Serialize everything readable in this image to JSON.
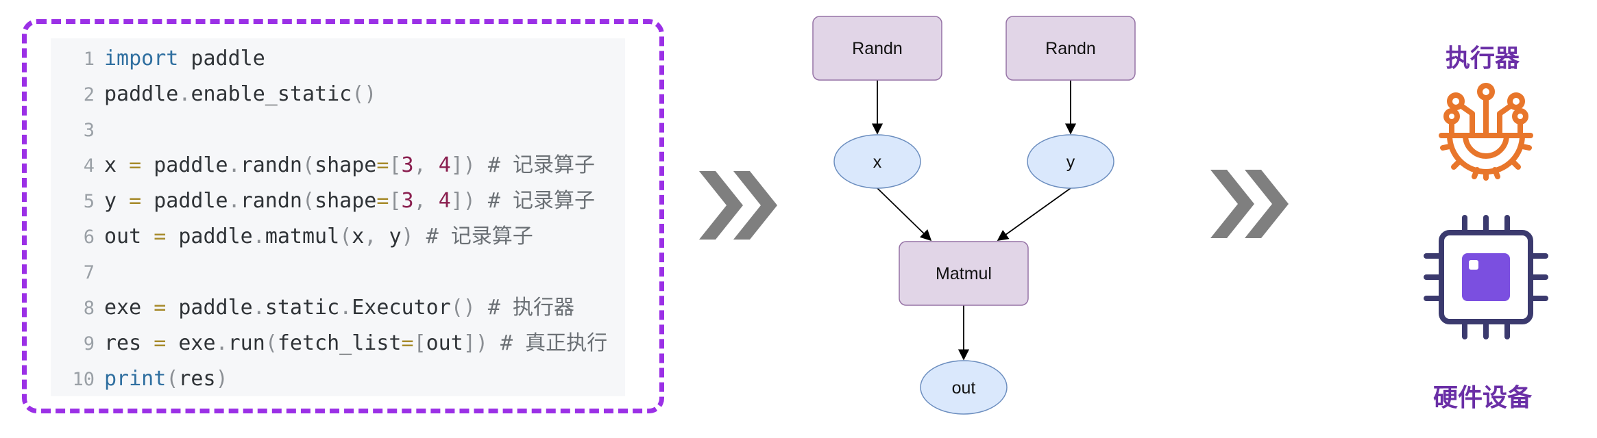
{
  "code": {
    "lines": [
      {
        "n": "1",
        "parts": [
          [
            "kw",
            "import"
          ],
          [
            "t",
            " paddle"
          ]
        ]
      },
      {
        "n": "2",
        "parts": [
          [
            "t",
            "paddle"
          ],
          [
            "br",
            "."
          ],
          [
            "t",
            "enable_static"
          ],
          [
            "br",
            "()"
          ]
        ]
      },
      {
        "n": "3",
        "parts": []
      },
      {
        "n": "4",
        "parts": [
          [
            "t",
            "x "
          ],
          [
            "op",
            "="
          ],
          [
            "t",
            " paddle"
          ],
          [
            "br",
            "."
          ],
          [
            "t",
            "randn"
          ],
          [
            "br",
            "("
          ],
          [
            "t",
            "shape"
          ],
          [
            "op",
            "="
          ],
          [
            "br",
            "["
          ],
          [
            "num",
            "3"
          ],
          [
            "br",
            ", "
          ],
          [
            "num",
            "4"
          ],
          [
            "br",
            "])"
          ],
          [
            "cm",
            " # 记录算子"
          ]
        ]
      },
      {
        "n": "5",
        "parts": [
          [
            "t",
            "y "
          ],
          [
            "op",
            "="
          ],
          [
            "t",
            " paddle"
          ],
          [
            "br",
            "."
          ],
          [
            "t",
            "randn"
          ],
          [
            "br",
            "("
          ],
          [
            "t",
            "shape"
          ],
          [
            "op",
            "="
          ],
          [
            "br",
            "["
          ],
          [
            "num",
            "3"
          ],
          [
            "br",
            ", "
          ],
          [
            "num",
            "4"
          ],
          [
            "br",
            "])"
          ],
          [
            "cm",
            " # 记录算子"
          ]
        ]
      },
      {
        "n": "6",
        "parts": [
          [
            "t",
            "out "
          ],
          [
            "op",
            "="
          ],
          [
            "t",
            " paddle"
          ],
          [
            "br",
            "."
          ],
          [
            "t",
            "matmul"
          ],
          [
            "br",
            "("
          ],
          [
            "t",
            "x"
          ],
          [
            "br",
            ", "
          ],
          [
            "t",
            "y"
          ],
          [
            "br",
            ")"
          ],
          [
            "cm",
            " # 记录算子"
          ]
        ]
      },
      {
        "n": "7",
        "parts": []
      },
      {
        "n": "8",
        "parts": [
          [
            "t",
            "exe "
          ],
          [
            "op",
            "="
          ],
          [
            "t",
            " paddle"
          ],
          [
            "br",
            "."
          ],
          [
            "t",
            "static"
          ],
          [
            "br",
            "."
          ],
          [
            "t",
            "Executor"
          ],
          [
            "br",
            "()"
          ],
          [
            "cm",
            " # 执行器"
          ]
        ]
      },
      {
        "n": "9",
        "parts": [
          [
            "t",
            "res "
          ],
          [
            "op",
            "="
          ],
          [
            "t",
            " exe"
          ],
          [
            "br",
            "."
          ],
          [
            "t",
            "run"
          ],
          [
            "br",
            "("
          ],
          [
            "t",
            "fetch_list"
          ],
          [
            "op",
            "="
          ],
          [
            "br",
            "["
          ],
          [
            "t",
            "out"
          ],
          [
            "br",
            "])"
          ],
          [
            "cm",
            " # 真正执行"
          ]
        ]
      },
      {
        "n": "10",
        "parts": [
          [
            "fn",
            "print"
          ],
          [
            "br",
            "("
          ],
          [
            "t",
            "res"
          ],
          [
            "br",
            ")"
          ]
        ]
      }
    ]
  },
  "graph": {
    "nodes": [
      {
        "id": "randn1",
        "label": "Randn",
        "shape": "rect"
      },
      {
        "id": "randn2",
        "label": "Randn",
        "shape": "rect"
      },
      {
        "id": "x",
        "label": "x",
        "shape": "ellipse"
      },
      {
        "id": "y",
        "label": "y",
        "shape": "ellipse"
      },
      {
        "id": "matmul",
        "label": "Matmul",
        "shape": "rect"
      },
      {
        "id": "out",
        "label": "out",
        "shape": "ellipse"
      }
    ],
    "edges": [
      [
        "randn1",
        "x"
      ],
      [
        "randn2",
        "y"
      ],
      [
        "x",
        "matmul"
      ],
      [
        "y",
        "matmul"
      ],
      [
        "matmul",
        "out"
      ]
    ],
    "colors": {
      "rect_fill": "#e1d5e7",
      "rect_stroke": "#9673a6",
      "ellipse_fill": "#dae8fc",
      "ellipse_stroke": "#6c8ebf"
    }
  },
  "right": {
    "executor_label": "执行器",
    "device_label": "硬件设备",
    "executor_icon": "gear-circuit-icon",
    "device_icon": "chip-icon",
    "colors": {
      "executor": "#e8762b",
      "chip_outline": "#3b3a6e",
      "chip_core": "#7b4fe0",
      "title": "#6a2fa6"
    }
  }
}
